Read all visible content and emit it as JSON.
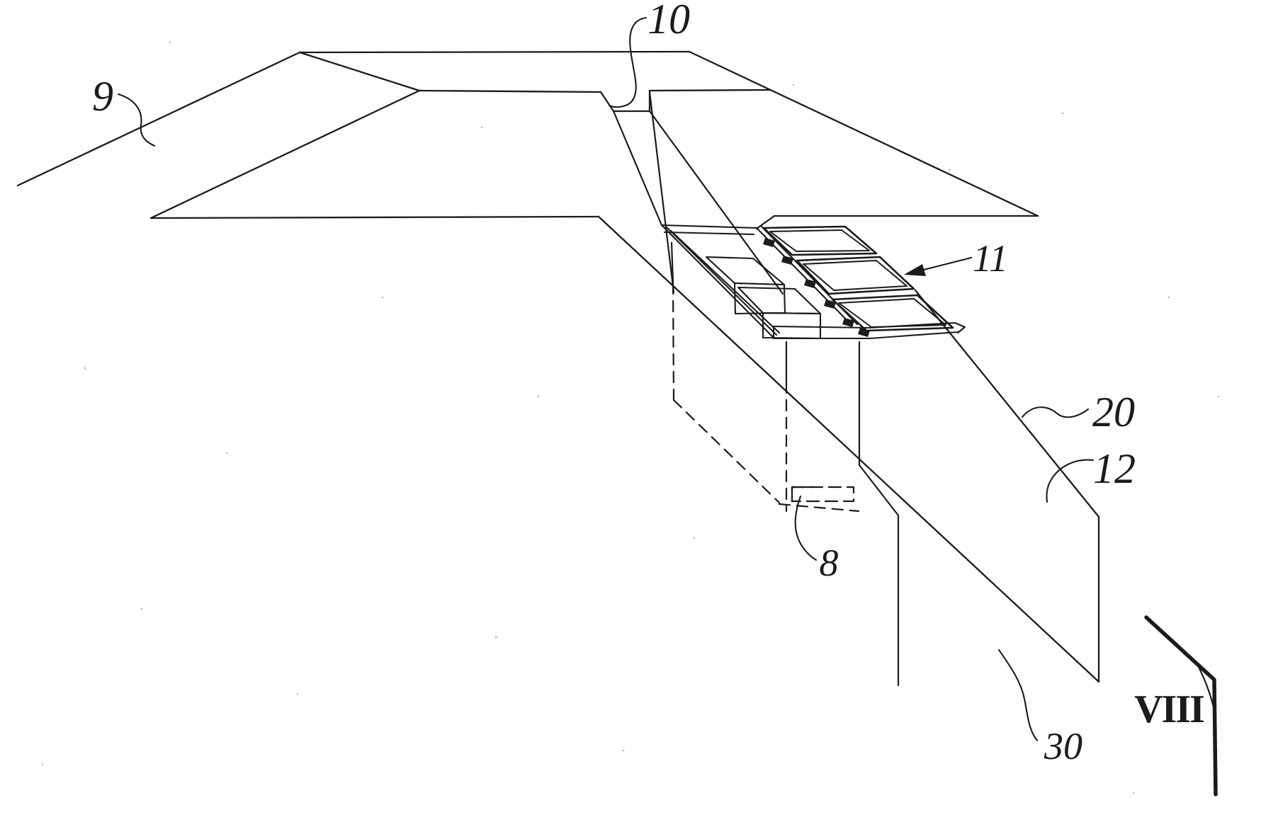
{
  "page": {
    "background_color": "#ffffff",
    "ink_color": "#1b1b1b",
    "figure_type": "patent perspective line drawing"
  },
  "figure": {
    "labels": {
      "l9": "9",
      "l10": "10",
      "l11": "11",
      "l8": "8",
      "l20": "20",
      "l12": "12",
      "l30": "30",
      "section": "VIII"
    }
  }
}
